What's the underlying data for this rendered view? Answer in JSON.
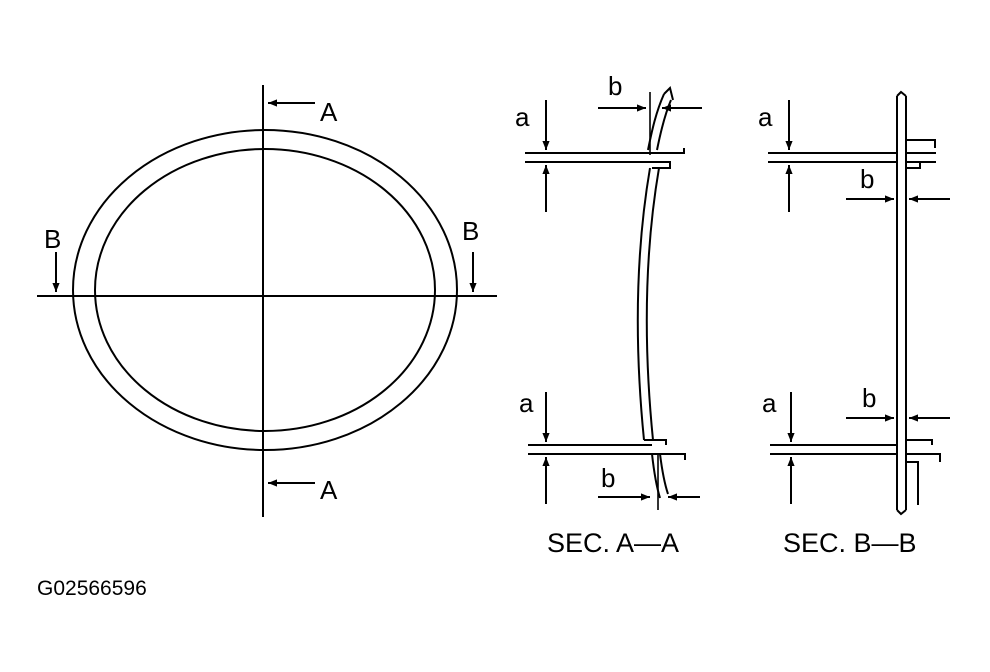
{
  "labels": {
    "a": "a",
    "b": "b",
    "A": "A",
    "B": "B"
  },
  "captions": {
    "sec_aa": "SEC. A—A",
    "sec_bb": "SEC. B—B"
  },
  "figure_code": "G02566596"
}
